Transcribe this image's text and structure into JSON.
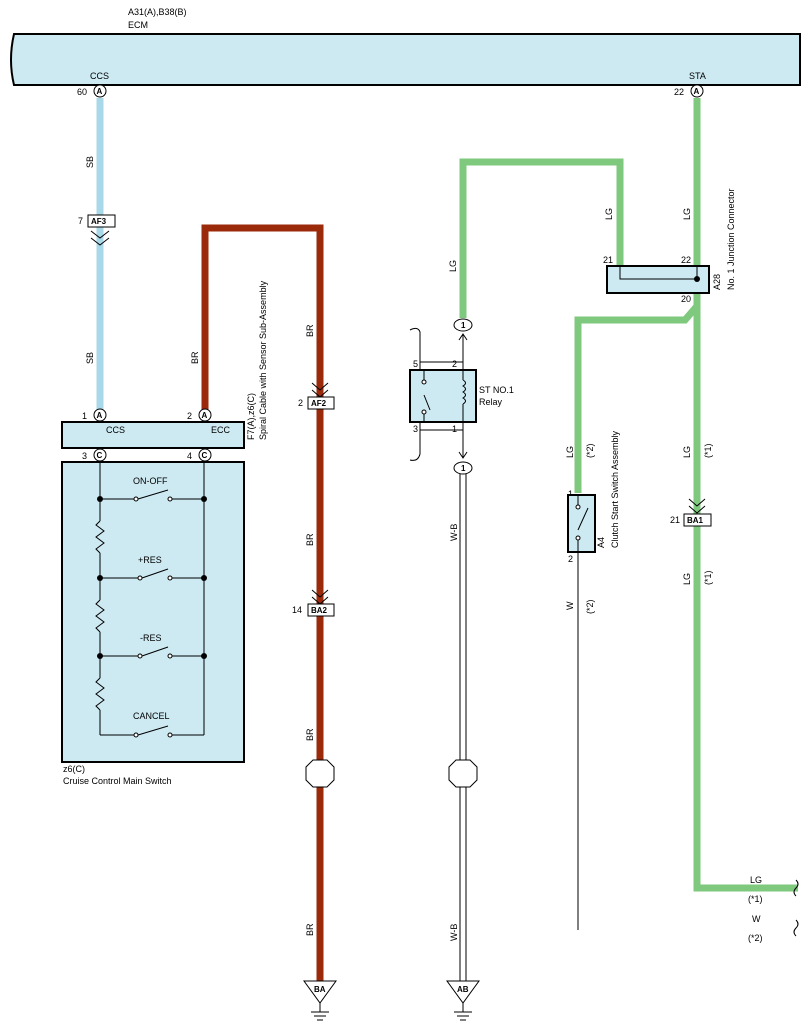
{
  "ecm": {
    "connectors": "A31(A),B38(B)",
    "name": "ECM",
    "pin_ccs": {
      "num": "60",
      "name": "CCS",
      "conn": "A"
    },
    "pin_sta": {
      "num": "22",
      "name": "STA",
      "conn": "A"
    }
  },
  "colors": {
    "sb": "#a9d9e8",
    "br": "#9b2a0b",
    "lg": "#7ec97e",
    "wb": "#ffffff",
    "w": "#000000",
    "box": "#cdeaf2"
  },
  "wires": {
    "sb": "SB",
    "br": "BR",
    "lg": "LG",
    "wb": "W-B",
    "w": "W",
    "note1": "(*1)",
    "note2": "(*2)"
  },
  "connectors": {
    "af3": {
      "label": "AF3",
      "pin": "7"
    },
    "af2": {
      "label": "AF2",
      "pin": "2"
    },
    "ba2": {
      "label": "BA2",
      "pin": "14"
    },
    "ba1": {
      "label": "BA1",
      "pin": "21"
    }
  },
  "spiral": {
    "ref": "F7(A),z6(C)",
    "name": "Spiral Cable with Sensor Sub-Assembly",
    "pin1": "1",
    "pin2": "2",
    "pin3": "3",
    "pin4": "4",
    "conn_a": "A",
    "conn_c": "C",
    "label_left": "CCS",
    "label_right": "ECC"
  },
  "main_switch": {
    "ref": "z6(C)",
    "name": "Cruise Control Main Switch",
    "switches": [
      "ON-OFF",
      "+RES",
      "-RES",
      "CANCEL"
    ]
  },
  "relay": {
    "name_line1": "ST NO.1",
    "name_line2": "Relay",
    "pin1": "1",
    "pin2": "2",
    "pin3": "3",
    "pin5": "5",
    "conn_top": "1",
    "conn_bottom": "1"
  },
  "junction": {
    "ref": "A28",
    "name": "No. 1 Junction Connector",
    "pin21": "21",
    "pin22": "22",
    "pin20": "20"
  },
  "clutch": {
    "ref": "A4",
    "name": "Clutch Start Switch Assembly",
    "pin1": "1",
    "pin2": "2"
  },
  "grounds": {
    "ba": "BA",
    "ab": "AB"
  },
  "legend": {
    "lg": "LG",
    "n1": "(*1)",
    "w": "W",
    "n2": "(*2)"
  }
}
